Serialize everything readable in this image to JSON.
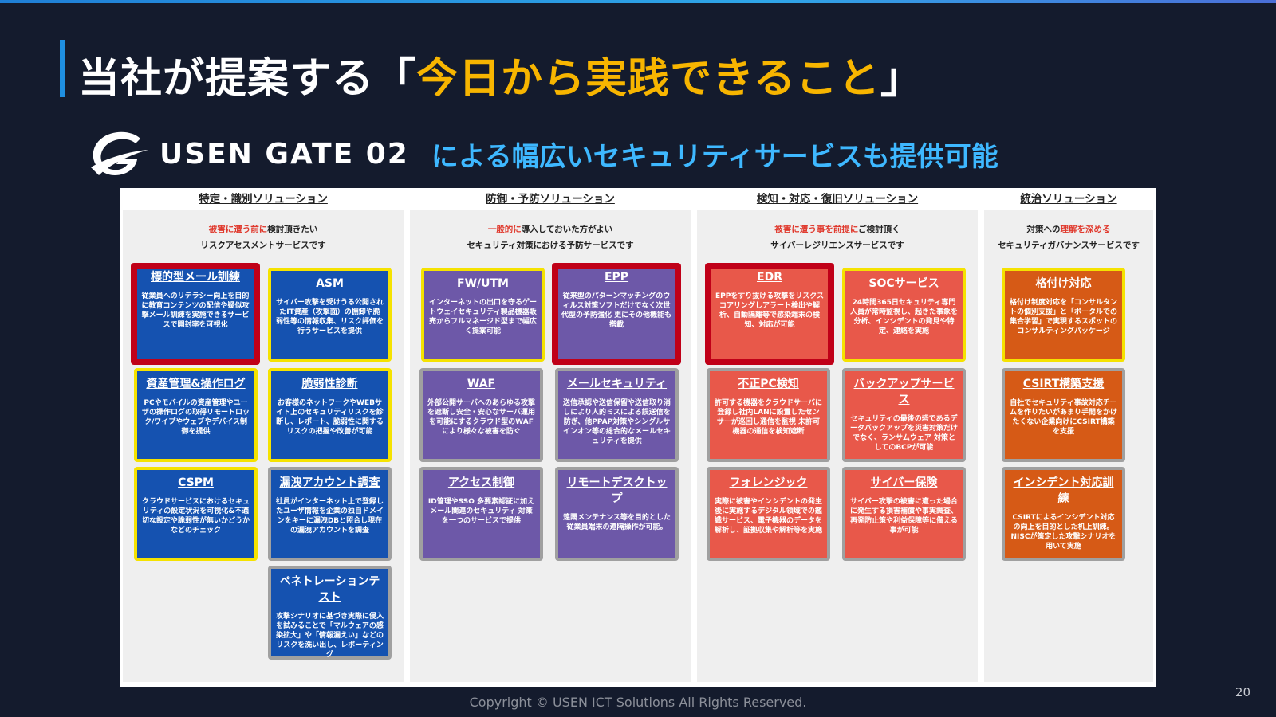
{
  "slide": {
    "title_prefix": "当社が提案する「",
    "title_highlight": "今日から実践できること",
    "title_suffix": "」",
    "brand_name": "USEN GATE 02",
    "brand_subtitle": "による幅広いセキュリティサービスも提供可能",
    "footer": "Copyright © USEN ICT Solutions All Rights Reserved.",
    "page_number": "20"
  },
  "columns": [
    {
      "heading": "特定・識別ソリューション",
      "intro_red": "被害に遭う前に",
      "intro_line1": "検討頂きたい",
      "intro_line2": "リスクアセスメントサービスです",
      "cards": [
        {
          "title": "標的型メール訓練",
          "desc": "従業員へのリテラシー向上を目的に教育コンテンツの配信や疑似攻撃メール訓練を実施できるサービスで開封率を可視化",
          "color": "blue",
          "border": "red"
        },
        {
          "title": "ASM",
          "desc": "サイバー攻撃を受けうる公開されたIT資産（攻撃面）の棚卸や脆弱性等の情報収集、リスク評価を行うサービスを提供",
          "color": "blue",
          "border": "yellow"
        },
        {
          "title": "資産管理&操作ログ",
          "desc": "PCやモバイルの資産管理やユーザの操作ログの取得リモートロック/ワイプやウェブやデバイス制御を提供",
          "color": "blue",
          "border": "yellow"
        },
        {
          "title": "脆弱性診断",
          "desc": "お客様のネットワークやWEBサイト上のセキュリティリスクを診断し、レポート、脆弱性に関するリスクの把握や改善が可能",
          "color": "blue",
          "border": "yellow"
        },
        {
          "title": "CSPM",
          "desc": "クラウドサービスにおけるセキュリティの設定状況を可視化&不適切な設定や脆弱性が無いかどうかなどのチェック",
          "color": "blue",
          "border": "yellow"
        },
        {
          "title": "漏洩アカウント調査",
          "desc": "社員がインターネット上で登録したユーザ情報を企業の独自ドメインをキーに漏洩DBと照合し現在の漏洩アカウントを調査",
          "color": "blue",
          "border": "gray"
        },
        {
          "title": "ペネトレーションテスト",
          "desc": "攻撃シナリオに基づき実際に侵入を試みることで「マルウェアの感染拡大」や「情報漏えい」などのリスクを洗い出し、レポーティング",
          "color": "blue",
          "border": "gray"
        }
      ]
    },
    {
      "heading": "防御・予防ソリューション",
      "intro_red": "一般的に",
      "intro_line1": "導入しておいた方がよい",
      "intro_line2": "セキュリティ対策における予防サービスです",
      "cards": [
        {
          "title": "FW/UTM",
          "desc": "インターネットの出口を守るゲートウェイセキュリティ製品機器販売からフルマネージド型まで幅広く提案可能",
          "color": "purple",
          "border": "yellow"
        },
        {
          "title": "EPP",
          "desc": "従来型のパターンマッチングのウィルス対策ソフトだけでなく次世代型の予防強化 更にその他機能も搭載",
          "color": "purple",
          "border": "red"
        },
        {
          "title": "WAF",
          "desc": "外部公開サーバへのあらゆる攻撃を遮断し安全・安心なサーバ運用を可能にするクラウド型のWAFにより様々な被害を防ぐ",
          "color": "purple",
          "border": "gray"
        },
        {
          "title": "メールセキュリティ",
          "desc": "送信承認や送信保留や送信取り消しにより人的ミスによる誤送信を防ぎ、他PPAP対策やシングルサインオン等の総合的なメールセキュリティを提供",
          "color": "purple",
          "border": "gray"
        },
        {
          "title": "アクセス制御",
          "desc": "ID管理やSSO 多要素認証に加え メール関連のセキュリティ 対策を一つのサービスで提供",
          "color": "purple",
          "border": "gray"
        },
        {
          "title": "リモートデスクトップ",
          "desc": "遠隔メンテナンス等を目的とした従業員端末の遠隔操作が可能。",
          "color": "purple",
          "border": "gray"
        }
      ]
    },
    {
      "heading": "検知・対応・復旧ソリューション",
      "intro_red": "被害に遭う事を前提に",
      "intro_line1": "ご検討頂く",
      "intro_line2": "サイバーレジリエンスサービスです",
      "cards": [
        {
          "title": "EDR",
          "desc": "EPPをすり抜ける攻撃をリスクスコアリングしアラート検出や解析、自動隔離等で感染端末の検知、対応が可能",
          "color": "salmon",
          "border": "red"
        },
        {
          "title": "SOCサービス",
          "desc": "24時間365日セキュリティ専門人員が常時監視し、起きた事象を分析、インシデントの発見や特定、連絡を実施",
          "color": "salmon",
          "border": "yellow"
        },
        {
          "title": "不正PC検知",
          "desc": "許可する機器をクラウドサーバに登録し社内LANに設置したセンサーが巡回し通信を監視 未許可機器の通信を検知遮断",
          "color": "salmon",
          "border": "gray"
        },
        {
          "title": "バックアップサービス",
          "desc": "セキュリティの最後の砦であるデータバックアップを災害対策だけでなく、ランサムウェア 対策としてのBCPが可能",
          "color": "salmon",
          "border": "gray"
        },
        {
          "title": "フォレンジック",
          "desc": "実際に被害やインシデントの発生後に実施するデジタル領域での鑑識サービス、電子機器のデータを解析し、証拠収集や解析等を実施",
          "color": "salmon",
          "border": "gray"
        },
        {
          "title": "サイバー保険",
          "desc": "サイバー攻撃の被害に遭った場合に発生する損害補償や事実調査、再発防止策や利益保障等に備える事が可能",
          "color": "salmon",
          "border": "gray"
        }
      ]
    },
    {
      "heading": "統治ソリューション",
      "intro_red": "理解を深める",
      "intro_line1": "対策への",
      "intro_line2": "セキュリティガバナンスサービスです",
      "cards": [
        {
          "title": "格付け対応",
          "desc": "格付け制度対応を「コンサルタントの個別支援」と「ポータルでの集合学習」で実現するスポットのコンサルティングパッケージ",
          "color": "orange",
          "border": "yellow"
        },
        {
          "title": "CSIRT構築支援",
          "desc": "自社でセキュリティ事故対応チームを作りたいがあまり手間をかけたくない企業向けにCSIRT構築を支援",
          "color": "orange",
          "border": "gray"
        },
        {
          "title": "インシデント対応訓練",
          "desc": "CSIRTによるインシデント対応の向上を目的とした机上訓練。NISCが策定した攻撃シナリオを用いて実施",
          "color": "orange",
          "border": "gray"
        }
      ]
    }
  ]
}
